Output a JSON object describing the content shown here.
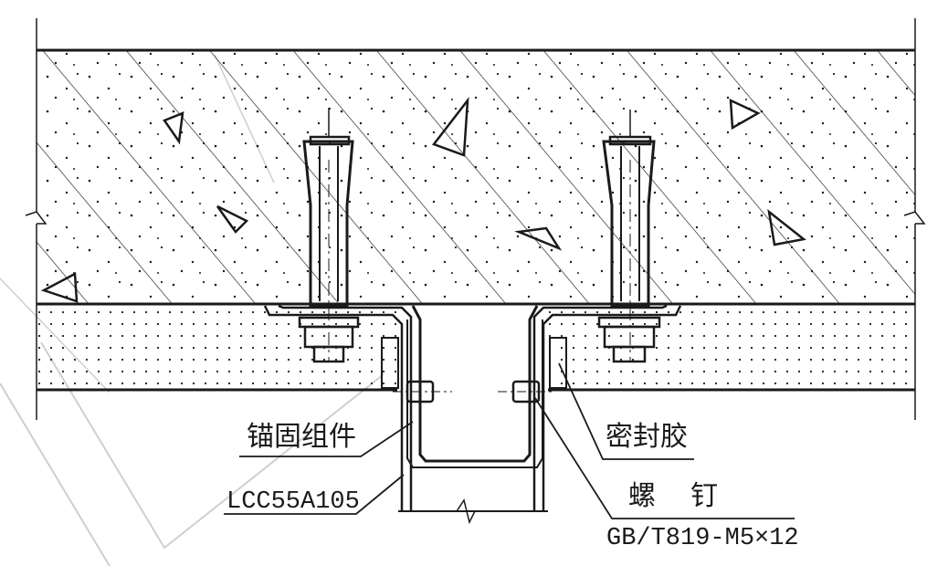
{
  "labels": {
    "anchor_assembly": "锚固组件",
    "model_code": "LCC55A105",
    "sealant": "密封胶",
    "screw": "螺    钉",
    "screw_standard": "GB/T819-M5×12"
  },
  "colors": {
    "ink": "#1a1a1a",
    "background": "#ffffff",
    "faint": "#cfcfcf"
  }
}
